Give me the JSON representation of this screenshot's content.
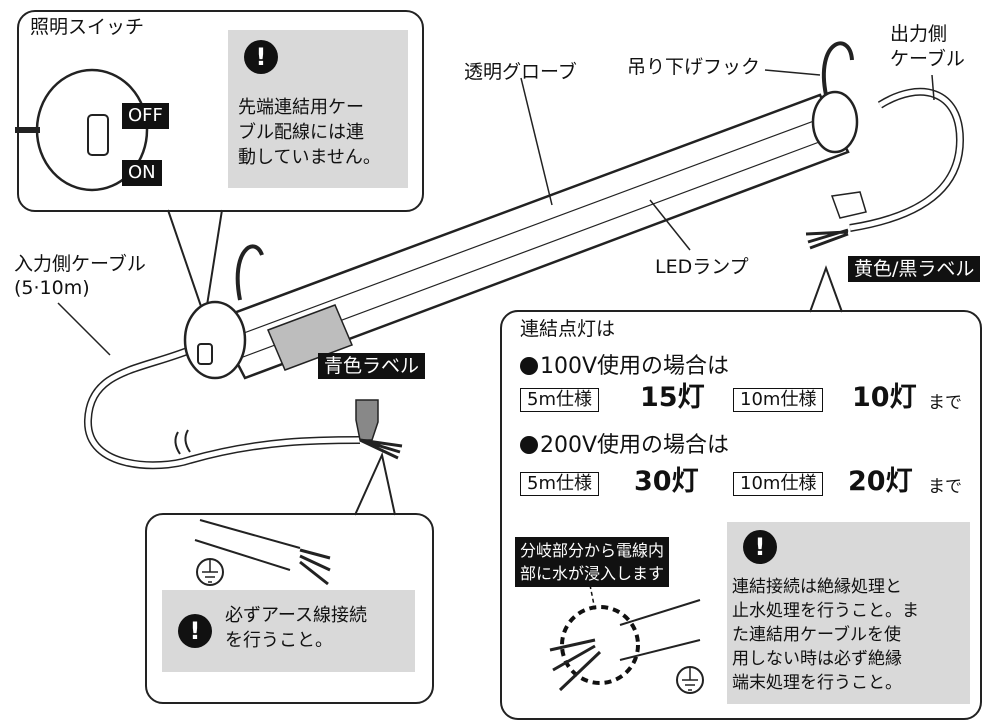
{
  "switch_callout": {
    "switch_label": "照明スイッチ",
    "off_label": "OFF",
    "on_label": "ON",
    "notice": [
      "先端連結用ケー",
      "ブル配線には連",
      "動していません。"
    ]
  },
  "labels": {
    "globe": "透明グローブ",
    "hook": "吊り下げフック",
    "output_cable": [
      "出力側",
      "ケーブル"
    ],
    "led_lamp": "LEDランプ",
    "input_cable": [
      "入力側ケーブル",
      "(5·10m)"
    ],
    "blue_label": "青色ラベル",
    "yellow_label": "黄色/黒ラベル"
  },
  "earth_callout": {
    "notice": [
      "必ずアース線接続",
      "を行うこと。"
    ]
  },
  "connection_callout": {
    "title": "連結点灯は",
    "v100": {
      "heading": "100V使用の場合は",
      "spec5_label": "5m仕様",
      "spec5_value": "15灯",
      "spec10_label": "10m仕様",
      "spec10_value": "10灯",
      "suffix": "まで"
    },
    "v200": {
      "heading": "200V使用の場合は",
      "spec5_label": "5m仕様",
      "spec5_value": "30灯",
      "spec10_label": "10m仕様",
      "spec10_value": "20灯",
      "suffix": "まで"
    },
    "branch_warning": [
      "分岐部分から電線内",
      "部に水が浸入します"
    ],
    "notice": [
      "連結接続は絶縁処理と",
      "止水処理を行うこと。ま",
      "た連結用ケーブルを使",
      "用しない時は必ず絶縁",
      "端末処理を行うこと。"
    ]
  },
  "colors": {
    "grey_panel": "#d9d9d9",
    "ink": "#111111"
  }
}
